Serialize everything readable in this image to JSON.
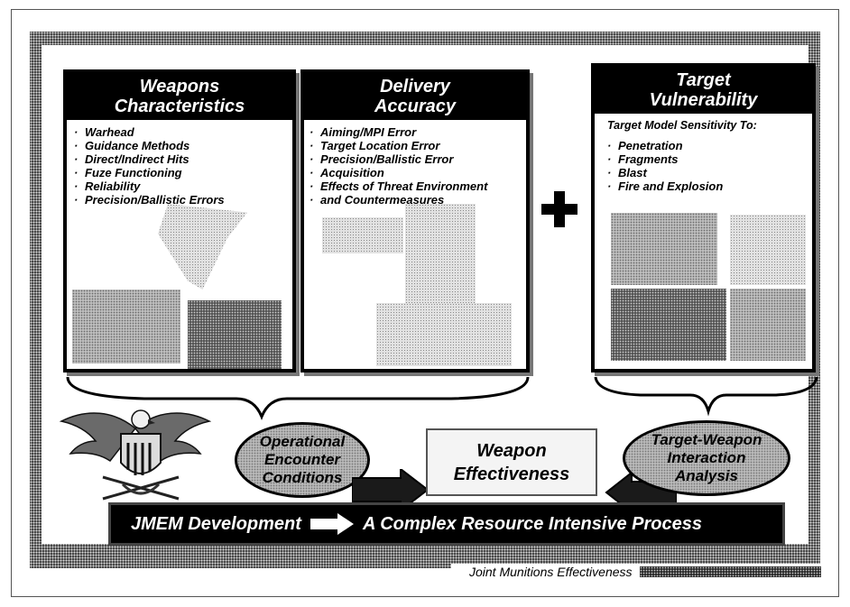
{
  "panels": {
    "weapons": {
      "title_line1": "Weapons",
      "title_line2": "Characteristics",
      "items": [
        "Warhead",
        "Guidance Methods",
        "Direct/Indirect Hits",
        "Fuze Functioning",
        "Reliability",
        "Precision/Ballistic Errors"
      ]
    },
    "delivery": {
      "title_line1": "Delivery",
      "title_line2": "Accuracy",
      "items": [
        "Aiming/MPI Error",
        "Target Location Error",
        "Precision/Ballistic Error",
        "Acquisition",
        "Effects of Threat Environment"
      ],
      "item_continuation": "and Countermeasures"
    },
    "target": {
      "title_line1": "Target",
      "title_line2": "Vulnerability",
      "subheading": "Target Model Sensitivity To:",
      "items": [
        "Penetration",
        "Fragments",
        "Blast",
        "Fire and Explosion"
      ]
    }
  },
  "operator_symbol": "+",
  "left_ellipse": {
    "line1": "Operational",
    "line2": "Encounter",
    "line3": "Conditions"
  },
  "right_ellipse": {
    "line1": "Target-Weapon",
    "line2": "Interaction",
    "line3": "Analysis"
  },
  "center_box": {
    "line1": "Weapon",
    "line2": "Effectiveness"
  },
  "bottom_bar": {
    "left_text": "JMEM Development",
    "right_text": "A Complex Resource Intensive Process"
  },
  "footer": {
    "text": "Joint Munitions Effectiveness"
  },
  "colors": {
    "frame": "#4a4a4a",
    "header": "#000000",
    "arrow_fill": "#1a1a1a",
    "ellipse_fill": "#b8b8b8"
  },
  "icons": [
    "eagle-emblem-icon",
    "plus-icon",
    "right-arrow-icon",
    "left-arrow-icon"
  ]
}
